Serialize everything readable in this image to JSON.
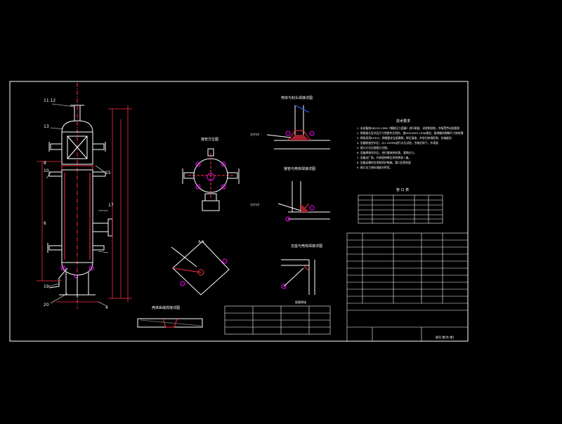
{
  "colors": {
    "background": "#000000",
    "frame": "#ffffff",
    "vessel": "#ffffff",
    "dimension": "#ff3040",
    "leader": "#ffffff",
    "hatch": "#ff7a7a",
    "accent": "#ff00ff",
    "blue": "#3060ff",
    "text": "#ffffff"
  },
  "labels": {
    "callout_top": "11\n12",
    "callout_13": "13",
    "callout_15": "15",
    "callout_8": "8",
    "callout_10": "10",
    "callout_17": "17",
    "callout_6": "6",
    "callout_19": "19",
    "callout_20": "20",
    "callout_4": "4",
    "qqq_1": "?????",
    "qqq_2": "?????",
    "scale_note": "图号:零(共-零)"
  },
  "sections": {
    "nozzle_view": "接管方位图",
    "weld_1": "壳体与封头焊接详图",
    "weld_2": "接管与壳体焊接详图",
    "weld_3": "支座与壳体焊接详图",
    "weld_bottom": "壳体纵缝焊接详图",
    "weld_small": "接管焊接",
    "plate_view": "A-A",
    "tech_title": "技术要求",
    "nozzle_table_title": "管 口 表"
  },
  "tech_lines": [
    "1. 本设备按GB150-1998《钢制压力容器》进行制造、试验和验收，并接受劳动部颁发",
    "2. 焊接接头型式及尺寸除图中注明外，按HG20583-1998规定，角焊缝的焊脚尺寸按较薄",
    "3. 焊条采用E4303，焊缝要求全部满焊，焊后清渣，并进行射线检测，合格级别",
    "4. 设备制造完毕后，以1.25MPa进行水压试验，合格后吹干，外表面",
    "5. 管口方位见接管方位图。",
    "6. 设备焊接完毕后，进行整体热处理，消除应力。",
    "7. 设备出厂前，外表面除锈后涂防锈漆二遍。",
    "8. 设备运输时应采取防护措施，管口及密封面",
    "9. 接口法兰按标准配对供货。"
  ]
}
